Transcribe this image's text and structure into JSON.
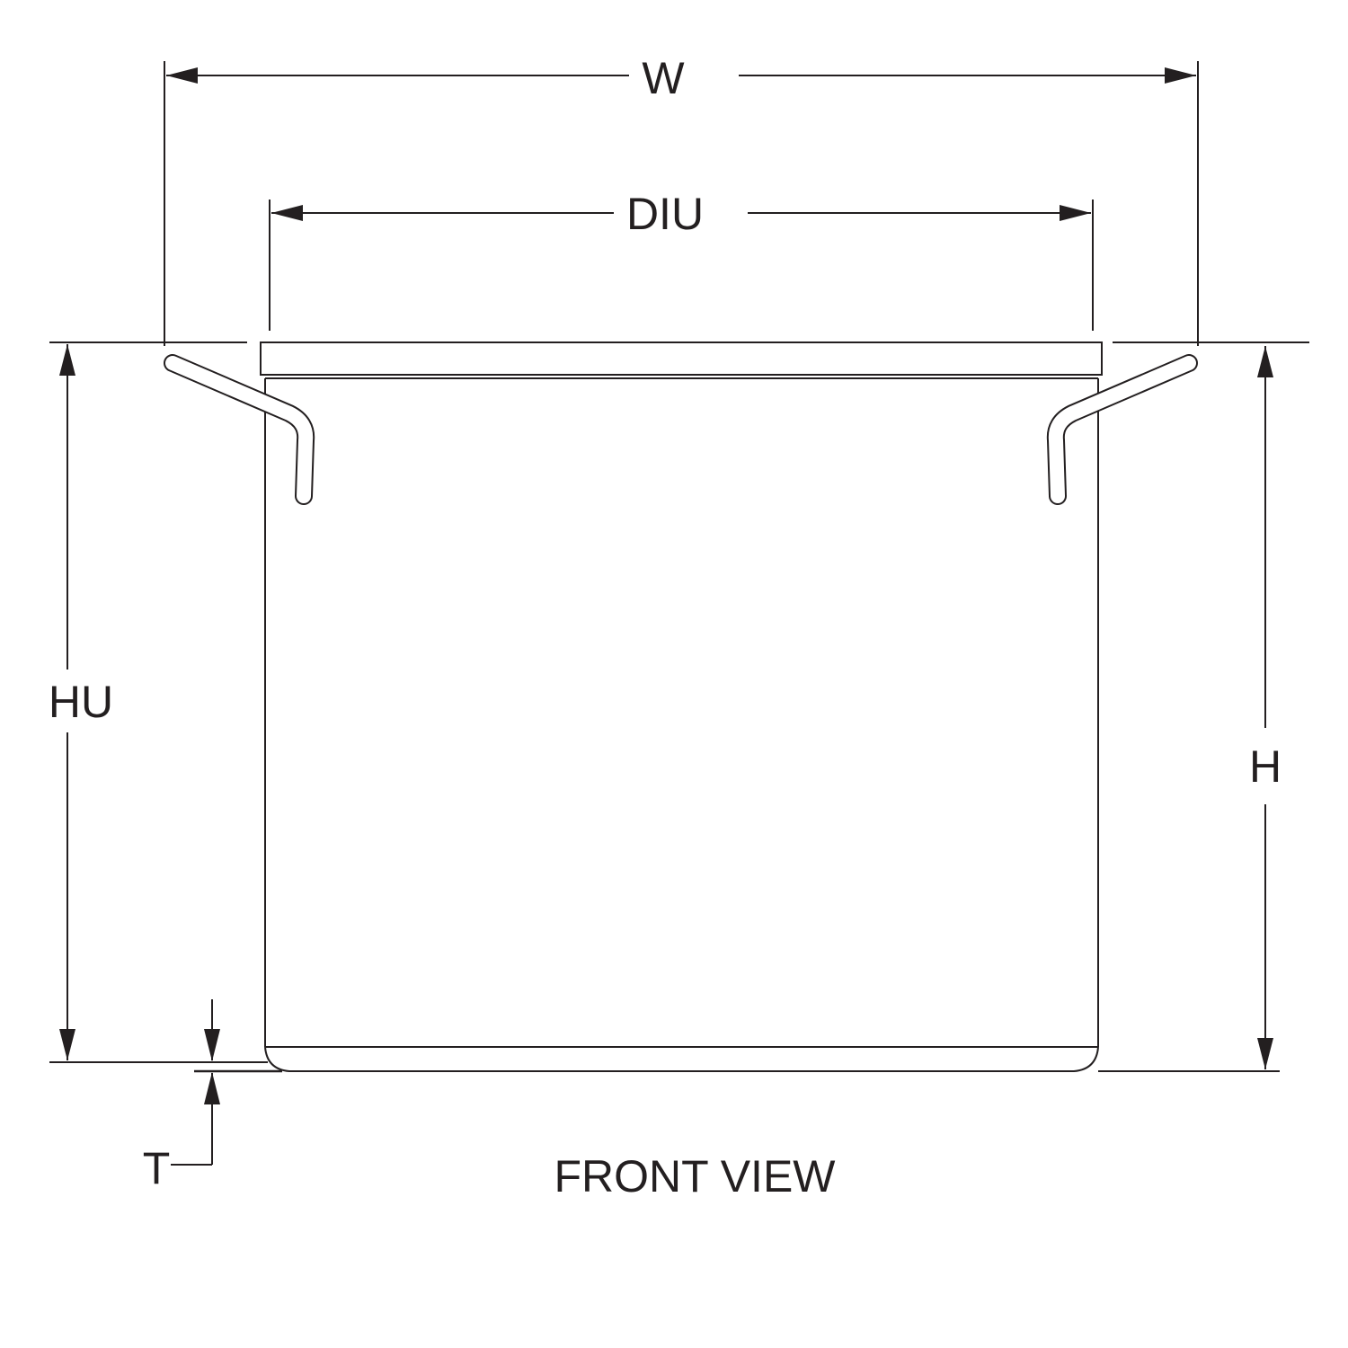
{
  "labels": {
    "width": "W",
    "inner_diameter": "DIU",
    "usable_height": "HU",
    "height": "H",
    "thickness": "T",
    "view_title": "FRONT VIEW"
  },
  "colors": {
    "line": "#231f20",
    "background": "#ffffff"
  }
}
